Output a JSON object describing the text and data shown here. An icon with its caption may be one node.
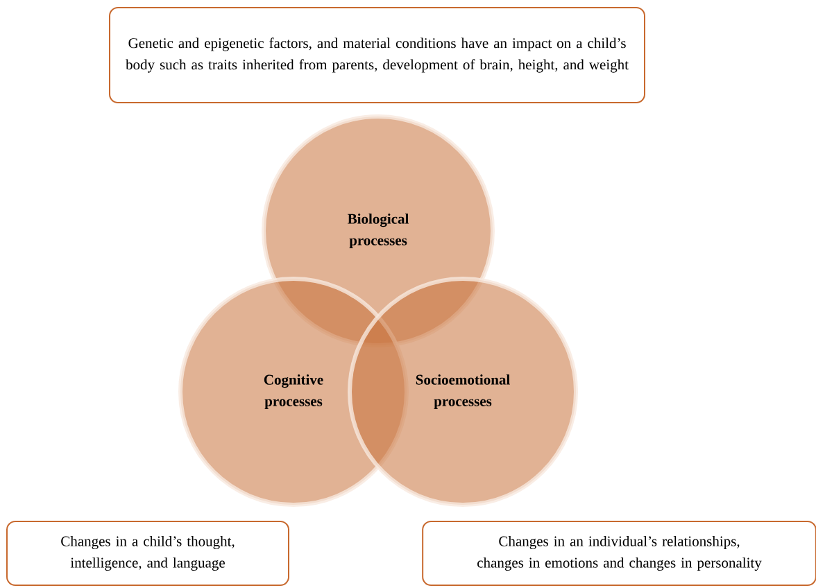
{
  "diagram": {
    "nodes": [
      {
        "text": [
          "Genetic and epigenetic factors, and material conditions have an impact on a child’s body such as traits inherited from parents, development of brain, height, and weight"
        ]
      },
      {
        "text": [
          "Biological processes"
        ]
      },
      {
        "text": [
          "Cognitive processes"
        ]
      },
      {
        "text": [
          "Socioemotional processes"
        ]
      },
      {
        "text": [
          "Changes in a child’s thought, intelligence, and language"
        ]
      },
      {
        "text": [
          "Changes in an individual’s relationships, changes in emotions and changes in personality"
        ]
      }
    ]
  }
}
